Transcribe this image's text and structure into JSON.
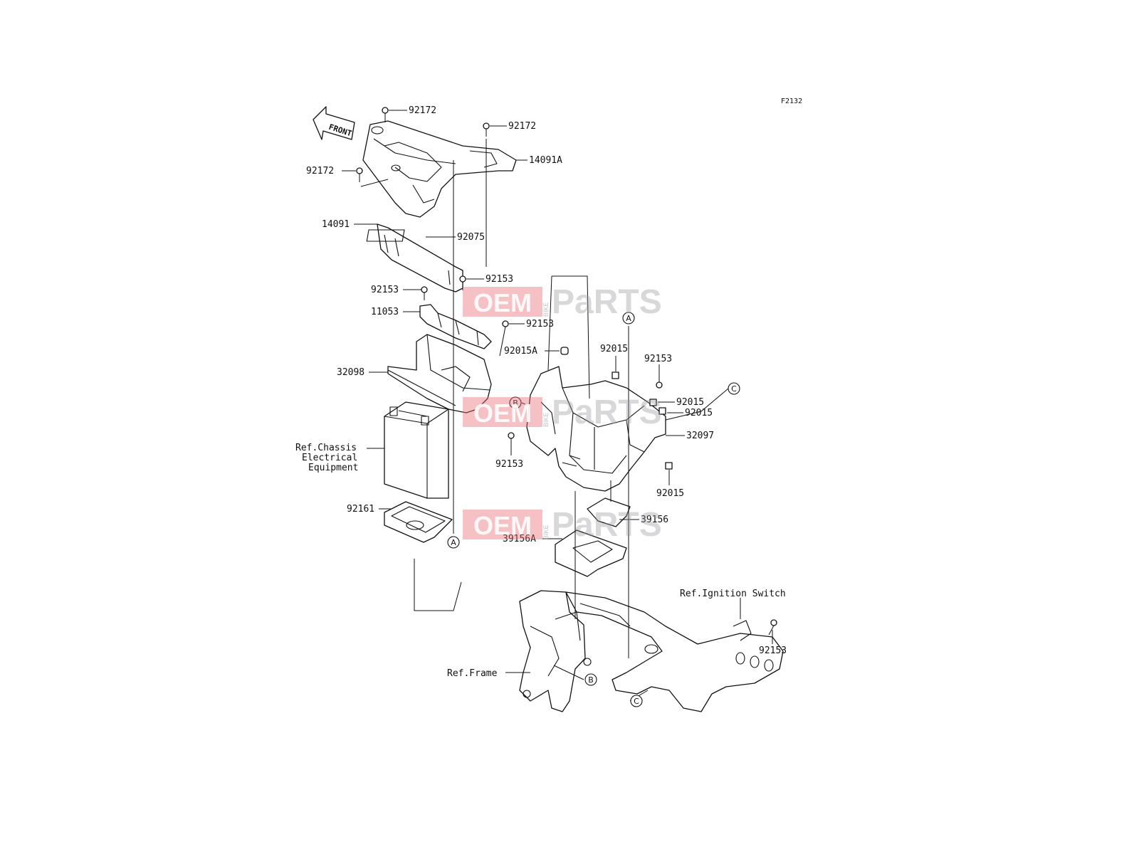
{
  "diagram_code": "F2132",
  "front_arrow": {
    "text": "FRONT",
    "icon": "front-direction-arrow-icon"
  },
  "callouts": [
    "92172",
    "92172",
    "92172",
    "14091A",
    "14091",
    "92075",
    "92153",
    "92153",
    "11053",
    "92153",
    "32098",
    "92015A",
    "92015",
    "92153",
    "92015",
    "92015",
    "32097",
    "92153",
    "92015",
    "92161",
    "39156",
    "39156A",
    "92153"
  ],
  "ref_labels": {
    "chassis_line1": "Ref.Chassis",
    "chassis_line2": "Electrical",
    "chassis_line3": "Equipment",
    "ignition": "Ref.Ignition Switch",
    "frame": "Ref.Frame"
  },
  "connectors": {
    "a": "A",
    "b": "B",
    "c": "C"
  },
  "watermark": {
    "oem": "OEM",
    "bike": "BIKE",
    "parts": "PaRTS"
  }
}
